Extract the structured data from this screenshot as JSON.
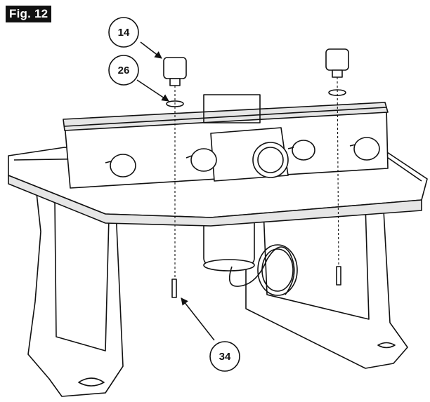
{
  "figure": {
    "label": "Fig. 12"
  },
  "callouts": [
    {
      "id": "knob",
      "number": "14"
    },
    {
      "id": "washer",
      "number": "26"
    },
    {
      "id": "screw",
      "number": "34"
    }
  ],
  "colors": {
    "ink": "#111111",
    "paper": "#ffffff",
    "shade": "#e6e6e6"
  }
}
